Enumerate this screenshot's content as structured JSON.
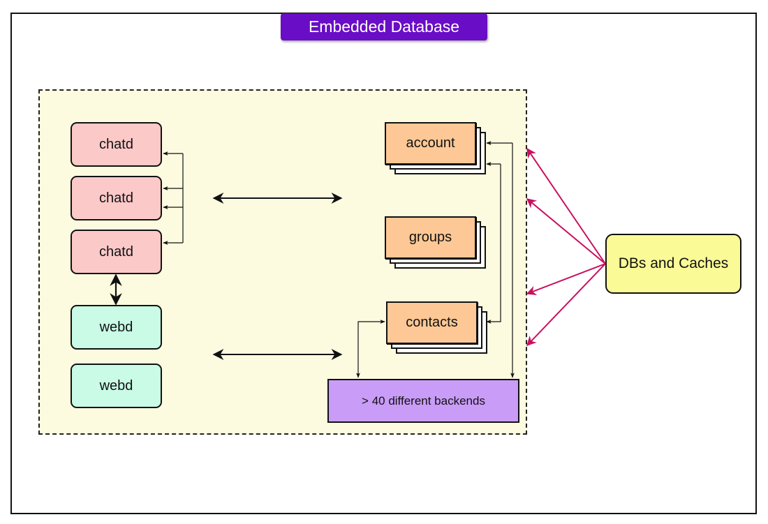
{
  "title": "Embedded Database",
  "nodes": {
    "chatd": [
      "chatd",
      "chatd",
      "chatd"
    ],
    "webd": [
      "webd",
      "webd"
    ],
    "services": [
      "account",
      "groups",
      "contacts"
    ],
    "backends": "> 40 different backends",
    "dbs": "DBs and Caches"
  },
  "colors": {
    "title_bg": "#6a0dc6",
    "zone_bg": "#fcfbe0",
    "chatd": "#fcc9c9",
    "webd": "#c9fbe7",
    "service": "#fdc895",
    "backends": "#c99cf7",
    "dbs": "#fafa96",
    "db_arrows": "#c8105f"
  }
}
